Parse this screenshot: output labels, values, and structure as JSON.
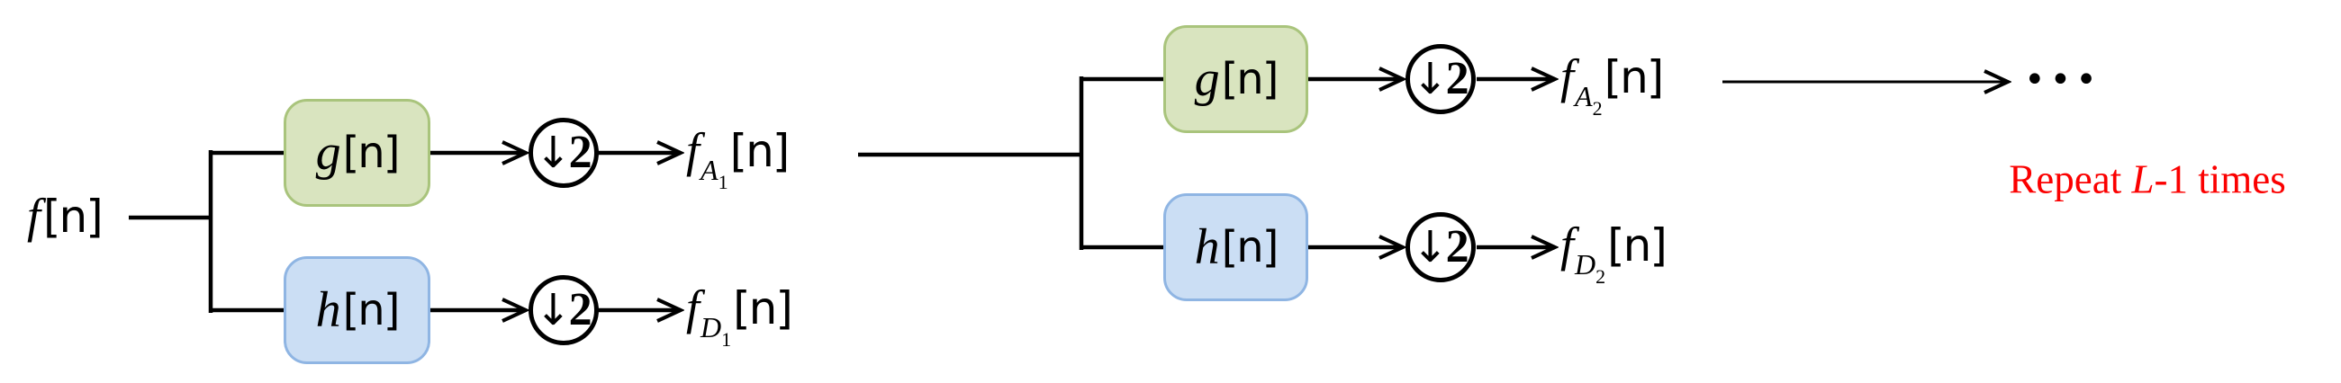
{
  "background": "#ffffff",
  "colors": {
    "line": "#000000",
    "text": "#000000",
    "lowpass_box_fill": "#d9e4bf",
    "lowpass_box_border": "#a9c47c",
    "highpass_box_fill": "#cbdef4",
    "highpass_box_border": "#8fb5e3",
    "note_red": "#fb0000"
  },
  "input_signal": {
    "base": "f",
    "bracket": "[n]"
  },
  "stages": [
    {
      "top_filter": {
        "base": "g",
        "bracket": "[n]"
      },
      "top_downsample": {
        "arrow": "↓",
        "factor": "2"
      },
      "top_output": {
        "base": "f",
        "sub": "A",
        "subsub": "1",
        "bracket": "[n]"
      },
      "bottom_filter": {
        "base": "h",
        "bracket": "[n]"
      },
      "bottom_downsample": {
        "arrow": "↓",
        "factor": "2"
      },
      "bottom_output": {
        "base": "f",
        "sub": "D",
        "subsub": "1",
        "bracket": "[n]"
      }
    },
    {
      "top_filter": {
        "base": "g",
        "bracket": "[n]"
      },
      "top_downsample": {
        "arrow": "↓",
        "factor": "2"
      },
      "top_output": {
        "base": "f",
        "sub": "A",
        "subsub": "2",
        "bracket": "[n]"
      },
      "bottom_filter": {
        "base": "h",
        "bracket": "[n]"
      },
      "bottom_downsample": {
        "arrow": "↓",
        "factor": "2"
      },
      "bottom_output": {
        "base": "f",
        "sub": "D",
        "subsub": "2",
        "bracket": "[n]"
      }
    }
  ],
  "ellipsis": "•••",
  "repeat_note": {
    "pre": "Repeat ",
    "variable": "L",
    "post": "-1 times"
  }
}
